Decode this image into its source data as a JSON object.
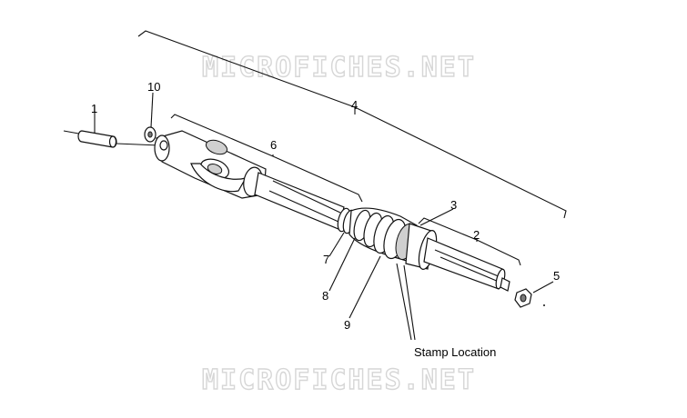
{
  "watermark": {
    "top": "MICROFICHES.NET",
    "bottom": "MICROFICHES.NET"
  },
  "callouts": {
    "c1": "1",
    "c2": "2",
    "c3": "3",
    "c4": "4",
    "c5": "5",
    "c6": "6",
    "c7": "7",
    "c8": "8",
    "c9": "9",
    "c10": "10"
  },
  "annotation": {
    "stamp_location": "Stamp Location"
  }
}
